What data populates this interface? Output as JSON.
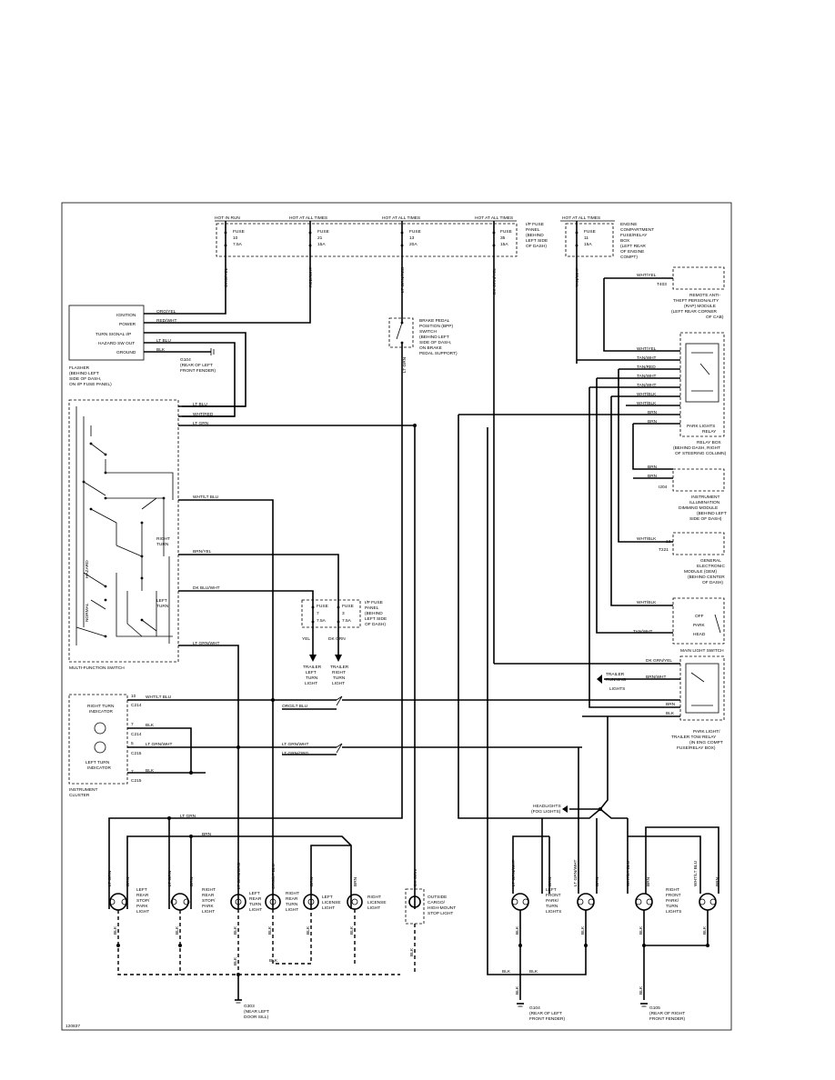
{
  "power": {
    "hot_in_run": "HOT IN RUN",
    "hot_at_all_times_1": "HOT AT ALL TIMES",
    "hot_at_all_times_2": "HOT AT ALL TIMES",
    "hot_at_all_times_3": "HOT AT ALL TIMES",
    "hot_at_all_times_4": "HOT AT ALL TIMES"
  },
  "fuses": {
    "f10": [
      "FUSE",
      "10",
      "7.5A"
    ],
    "f21": [
      "FUSE",
      "21",
      "15A"
    ],
    "f13": [
      "FUSE",
      "13",
      "20A"
    ],
    "f35": [
      "FUSE",
      "35",
      "15A"
    ],
    "f11": [
      "FUSE",
      "11",
      "15A"
    ],
    "f7": [
      "FUSE",
      "7",
      "7.5A"
    ],
    "f3": [
      "FUSE",
      "3",
      "7.5A"
    ]
  },
  "panels": {
    "ip_fuse_panel": [
      "I/P FUSE",
      "PANEL",
      "(BEHIND",
      "LEFT SIDE",
      "OF DASH)"
    ],
    "engine_fuse_box": [
      "ENGINE",
      "COMPARTMENT",
      "FUSE/RELAY",
      "BOX",
      "(LEFT REAR",
      "OF ENGINE",
      "COMPT)"
    ],
    "ip_fuse_panel_2": [
      "I/P FUSE",
      "PANEL",
      "(BEHIND",
      "LEFT SIDE",
      "OF DASH)"
    ]
  },
  "wire_colors": {
    "org_yel": "ORG/YEL",
    "red_wht": "RED/WHT",
    "lt_grn_red": "LT GRN/RED",
    "dk_grn_yel": "DK GRN/YEL",
    "tan_wht": "TAN/WHT",
    "lt_blu": "LT BLU",
    "blk": "BLK",
    "wht_red": "WHT/RED",
    "lt_grn": "LT GRN",
    "wht_lt_blu": "WHT/LT BLU",
    "brn_yel": "BRN/YEL",
    "dk_blu_wht": "DK BLU/WHT",
    "lt_grn_wht": "LT GRN/WHT",
    "org_lt_blu": "ORG/LT BLU",
    "lt_grn_org": "LT GRN/ORG",
    "brn": "BRN",
    "yel": "YEL",
    "dk_grn": "DK GRN",
    "wht_yel": "WHT/YEL",
    "tan_red": "TAN/RED",
    "wht_blk": "WHT/BLK",
    "dk_grn_yel2": "DK GRN/YEL",
    "brn_wht": "BRN/WHT"
  },
  "flasher": {
    "pins": [
      "IGNITION",
      "POWER",
      "TURN SIGNAL I/P",
      "HAZARD SW OUT",
      "GROUND"
    ],
    "label": [
      "FLASHER",
      "(BEHIND LEFT",
      "SIDE OF DASH,",
      "ON I/P FUSE PANEL)"
    ],
    "g104": [
      "G104",
      "(REAR OF LEFT",
      "FRONT FENDER)"
    ]
  },
  "brake_switch": [
    "BRAKE PEDAL",
    "POSITION (BPP)",
    "SWITCH",
    "(BEHIND LEFT",
    "SIDE OF DASH,",
    "ON BRAKE",
    "PEDAL SUPPORT)"
  ],
  "multifunction": {
    "label": "MULTI-FUNCTION SWITCH",
    "right_turn": [
      "RIGHT",
      "TURN"
    ],
    "left_turn": [
      "LEFT",
      "TURN"
    ],
    "hazard": "HAZARD",
    "normal": "NORMAL"
  },
  "trailer": {
    "left": [
      "TRAILER",
      "LEFT",
      "TURN",
      "LIGHT"
    ],
    "right": [
      "TRAILER",
      "RIGHT",
      "TURN",
      "LIGHT"
    ],
    "running": [
      "TRAILER",
      "RUNNING",
      "LIGHTS"
    ]
  },
  "cluster": {
    "right_ind": [
      "RIGHT TURN",
      "INDICATOR"
    ],
    "left_ind": [
      "LEFT TURN",
      "INDICATOR"
    ],
    "label": [
      "INSTRUMENT",
      "CLUSTER"
    ],
    "pins": [
      "10",
      "7",
      "5",
      "7"
    ],
    "conns": [
      "C214",
      "C214",
      "C215",
      "C215"
    ]
  },
  "modules": {
    "remote": [
      "REMOTE ANTI-",
      "THEFT PERSONALITY",
      "(RAP) MODULE",
      "(LEFT REAR CORNER",
      "OF CAB)"
    ],
    "park_relay": [
      "PARK LIGHTS",
      "RELAY"
    ],
    "relay_box": [
      "RELAY BOX",
      "(BEHIND DASH, RIGHT",
      "OF STEERING COLUMN)"
    ],
    "dimming": [
      "INSTRUMENT",
      "ILLUMINATION",
      "DIMMING MODULE",
      "(BEHIND LEFT",
      "SIDE OF DASH)"
    ],
    "gem": [
      "GENERAL",
      "ELECTRONIC",
      "MODULE (GEM)",
      "(BEHIND CENTER",
      "OF DASH)"
    ],
    "main_light": "MAIN LIGHT SWITCH",
    "main_positions": [
      "OFF",
      "PARK",
      "HEAD"
    ],
    "tow_relay": [
      "PARK LIGHT/",
      "TRAILER TOW RELAY",
      "(IN ENG COMPT",
      "FUSE/RELAY BOX)"
    ],
    "headlights": [
      "HEADLIGHTS",
      "(FOG LIGHTS)"
    ]
  },
  "connectors": {
    "t403": "T403",
    "i204": "I204",
    "t221": "T221",
    "pin12": "12"
  },
  "lamps": {
    "left_rear_stop": [
      "LEFT",
      "REAR",
      "STOP/",
      "PARK",
      "LIGHT"
    ],
    "right_rear_stop": [
      "RIGHT",
      "REAR",
      "STOP/",
      "PARK",
      "LIGHT"
    ],
    "left_rear_turn": [
      "LEFT",
      "REAR",
      "TURN",
      "LIGHT"
    ],
    "right_rear_turn": [
      "RIGHT",
      "REAR",
      "TURN",
      "LIGHT"
    ],
    "left_license": [
      "LEFT",
      "LICENSE",
      "LIGHT"
    ],
    "right_license": [
      "RIGHT",
      "LICENSE",
      "LIGHT"
    ],
    "cargo": [
      "OUTSIDE",
      "CARGO/",
      "HIGH-MOUNT",
      "STOP LIGHT"
    ],
    "left_front": [
      "LEFT",
      "FRONT",
      "PARK/",
      "TURN",
      "LIGHTS"
    ],
    "right_front": [
      "RIGHT",
      "FRONT",
      "PARK/",
      "TURN",
      "LIGHTS"
    ]
  },
  "grounds": {
    "g303": [
      "G303",
      "(NEAR LEFT",
      "DOOR SILL)"
    ],
    "g104b": [
      "G104",
      "(REAR OF LEFT",
      "FRONT FENDER)"
    ],
    "g105": [
      "G105",
      "(REAR OF RIGHT",
      "FRONT FENDER)"
    ]
  },
  "figure_id": "120837"
}
